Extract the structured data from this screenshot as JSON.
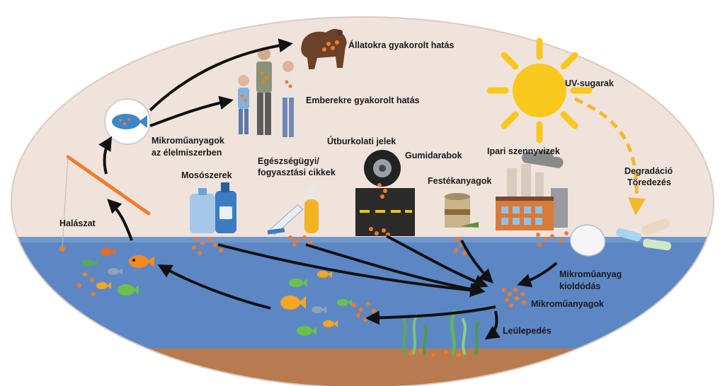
{
  "labels": {
    "animals": "Állatokra gyakorolt hatás",
    "humans": "Emberekre gyakorolt hatás",
    "food_line1": "Mikroműanyagok",
    "food_line2": "az élelmiszerben",
    "uv": "UV-sugarak",
    "road_marks": "Útburkolati jelek",
    "tyres": "Gumidarabok",
    "industrial": "Ipari szennyvizek",
    "detergents": "Mosószerek",
    "health_line1": "Egészségügyi/",
    "health_line2": "fogyasztási cikkek",
    "paints": "Festékanyagok",
    "degradation": "Degradáció",
    "fragmentation": "Töredezés",
    "fishing": "Halászat",
    "leaching_line1": "Mikroműanyag",
    "leaching_line2": "kioldódás",
    "microplastics": "Mikroműanyagok",
    "sedimentation": "Leülepedés"
  },
  "colors": {
    "sky": "#efe3dc",
    "water": "#5d87c4",
    "sediment": "#b87a4f",
    "particle": "#f27b2b",
    "arrow": "#111111",
    "uv_arrow": "#f5b82a",
    "sun": "#f8c81c"
  },
  "icons": [
    "bear-icon",
    "people-icon",
    "fish-plate-icon",
    "sun-icon",
    "tyre-icon",
    "road-icon",
    "factory-icon",
    "detergent-bottles-icon",
    "toothpaste-icon",
    "paint-can-icon",
    "fishing-rod-icon",
    "plastic-waste-icon",
    "fish-icon",
    "seaweed-icon"
  ]
}
